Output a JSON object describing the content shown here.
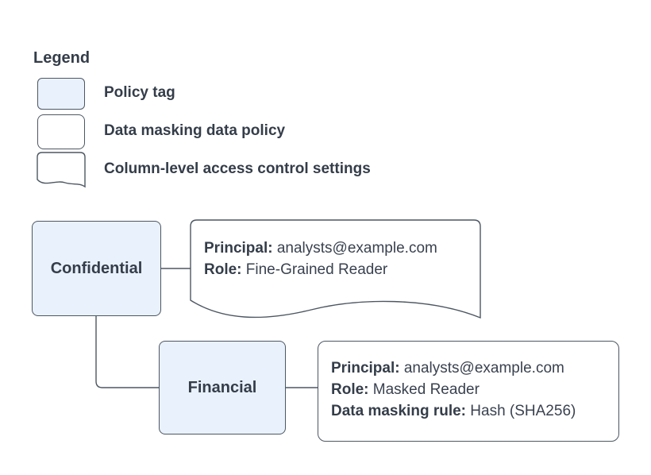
{
  "colors": {
    "policy_tag_fill": "#e9f1fc",
    "shape_stroke": "#4d5763",
    "text": "#343d49",
    "background": "#ffffff"
  },
  "legend": {
    "title": "Legend",
    "items": [
      {
        "shape": "policy-tag-swatch",
        "label": "Policy tag"
      },
      {
        "shape": "data-masking-policy-swatch",
        "label": "Data masking data policy"
      },
      {
        "shape": "column-access-swatch",
        "label": "Column-level access control settings"
      }
    ]
  },
  "diagram": {
    "nodes": {
      "confidential": {
        "label": "Confidential"
      },
      "financial": {
        "label": "Financial"
      }
    },
    "confidential_settings": {
      "lines": [
        {
          "label": "Principal:",
          "value": " analysts@example.com"
        },
        {
          "label": "Role:",
          "value": " Fine-Grained Reader"
        }
      ]
    },
    "financial_policy": {
      "lines": [
        {
          "label": "Principal:",
          "value": " analysts@example.com"
        },
        {
          "label": "Role:",
          "value": " Masked Reader"
        },
        {
          "label": "Data masking rule:",
          "value": " Hash (SHA256)"
        }
      ]
    }
  }
}
